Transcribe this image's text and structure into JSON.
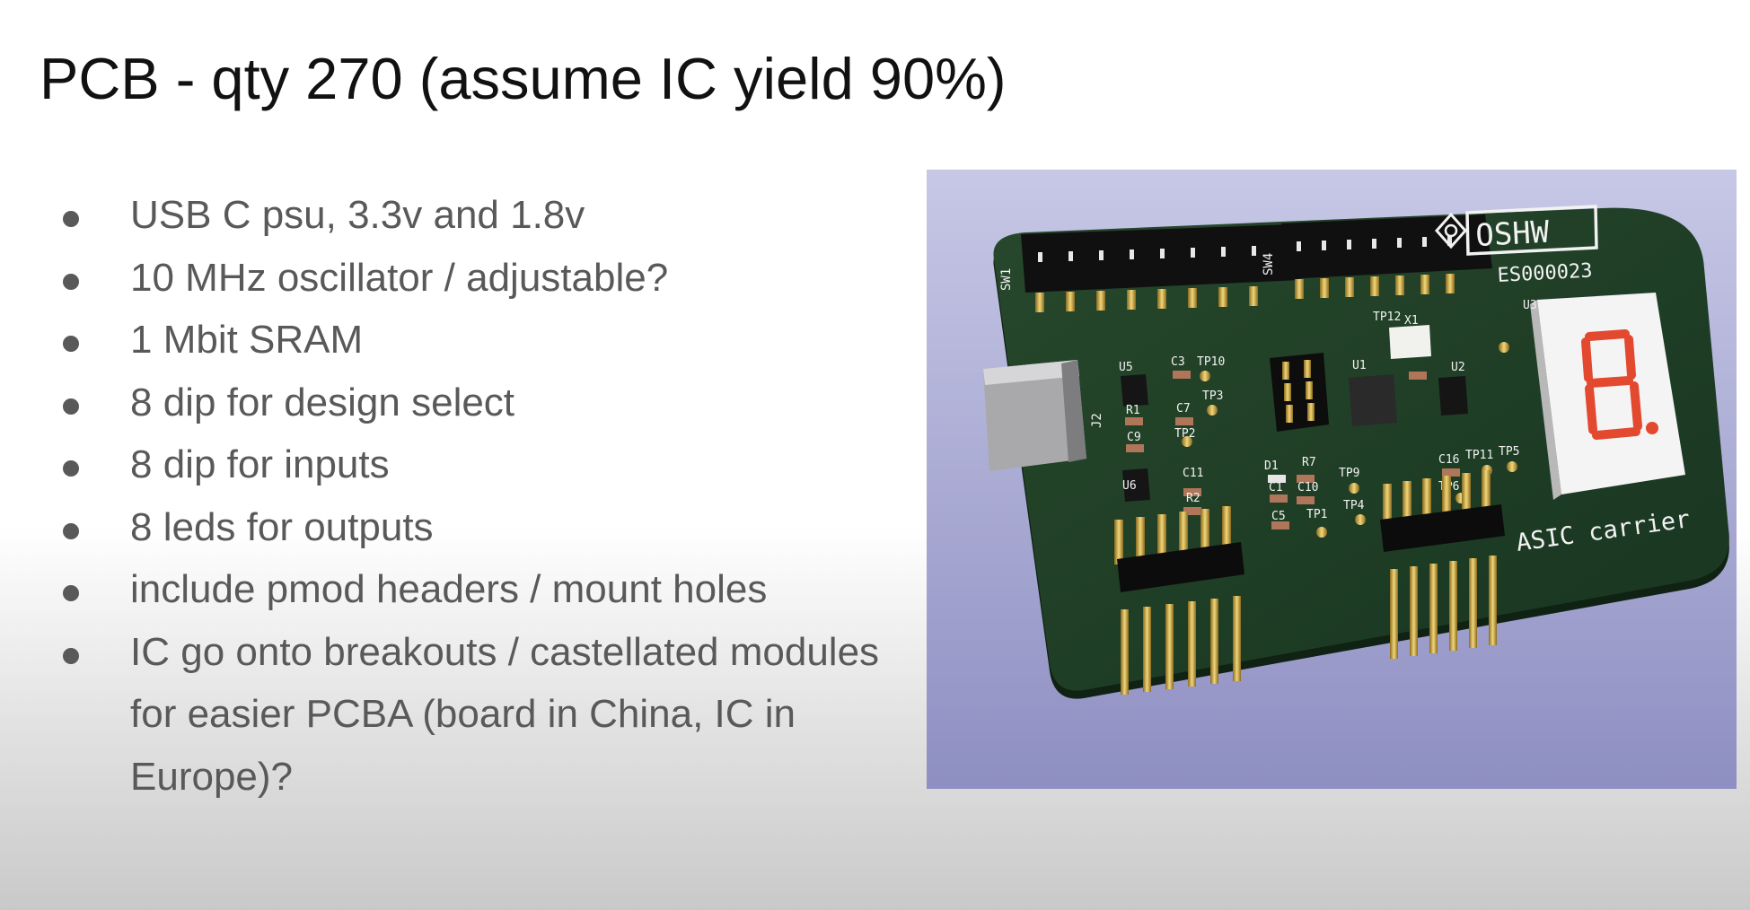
{
  "slide": {
    "title": "PCB - qty 270 (assume IC yield 90%)",
    "bullets": [
      "USB C psu, 3.3v and 1.8v",
      "10 MHz oscillator / adjustable?",
      "1 Mbit SRAM",
      "8 dip for design select",
      "8 dip for inputs",
      "8 leds for outputs",
      "include pmod headers / mount holes",
      "IC go onto breakouts / castellated modules for easier PCBA (board in China, IC in Europe)?"
    ]
  },
  "pcb": {
    "oshw_logo_text": "OSHW",
    "cert_id": "ES000023",
    "board_label": "ASIC carrier",
    "designators": {
      "sw1": "SW1",
      "sw4": "SW4",
      "j2": "J2",
      "u5": "U5",
      "u6": "U6",
      "u1": "U1",
      "u2": "U2",
      "u3": "U3",
      "x1": "X1",
      "r1": "R1",
      "r2": "R2",
      "r7": "R7",
      "c1": "C1",
      "c3": "C3",
      "c5": "C5",
      "c7": "C7",
      "c9": "C9",
      "c10": "C10",
      "c11": "C11",
      "c16": "C16",
      "d1": "D1",
      "tp1": "TP1",
      "tp2": "TP2",
      "tp3": "TP3",
      "tp4": "TP4",
      "tp5": "TP5",
      "tp6": "TP6",
      "tp9": "TP9",
      "tp10": "TP10",
      "tp11": "TP11",
      "tp12": "TP12"
    },
    "colors": {
      "background_top": "#c7c8e6",
      "board": "#1f3f26",
      "silkscreen": "#f2f2f2",
      "gold": "#c9a94f",
      "segment": "#e2492f"
    }
  }
}
